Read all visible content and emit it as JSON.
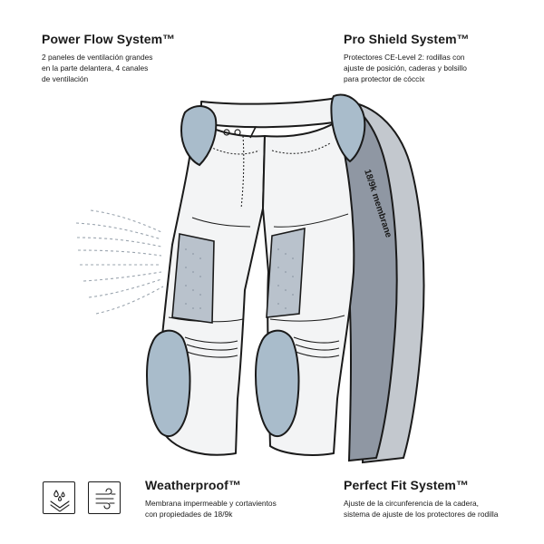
{
  "features": {
    "power_flow": {
      "title": "Power Flow System™",
      "desc_lines": [
        "2 paneles de ventilación grandes",
        "en la parte delantera, 4 canales",
        "de ventilación"
      ]
    },
    "pro_shield": {
      "title": "Pro Shield System™",
      "desc_lines": [
        "Protectores CE-Level 2: rodillas con",
        "ajuste de posición, caderas y bolsillo",
        "para protector de cóccix"
      ]
    },
    "weatherproof": {
      "title": "Weatherproof™",
      "desc_lines": [
        "Membrana impermeable y cortavientos",
        "con propiedades de 18/9k"
      ]
    },
    "perfect_fit": {
      "title": "Perfect Fit System™",
      "desc_lines": [
        "Ajuste de la circunferencia de la cadera,",
        "sistema de ajuste de los protectores de rodilla"
      ]
    }
  },
  "illustration": {
    "membrane_label": "18/9k membrane",
    "icons": [
      "waterproof-drop-icon",
      "windproof-icon"
    ]
  },
  "colors": {
    "text": "#1a1a1a",
    "protector_blue": "#a9bccb",
    "mesh_gray": "#b9c2cc",
    "membrane_dark": "#8f97a3",
    "membrane_light": "#c3c8ce",
    "pants_white": "#f3f4f5"
  }
}
